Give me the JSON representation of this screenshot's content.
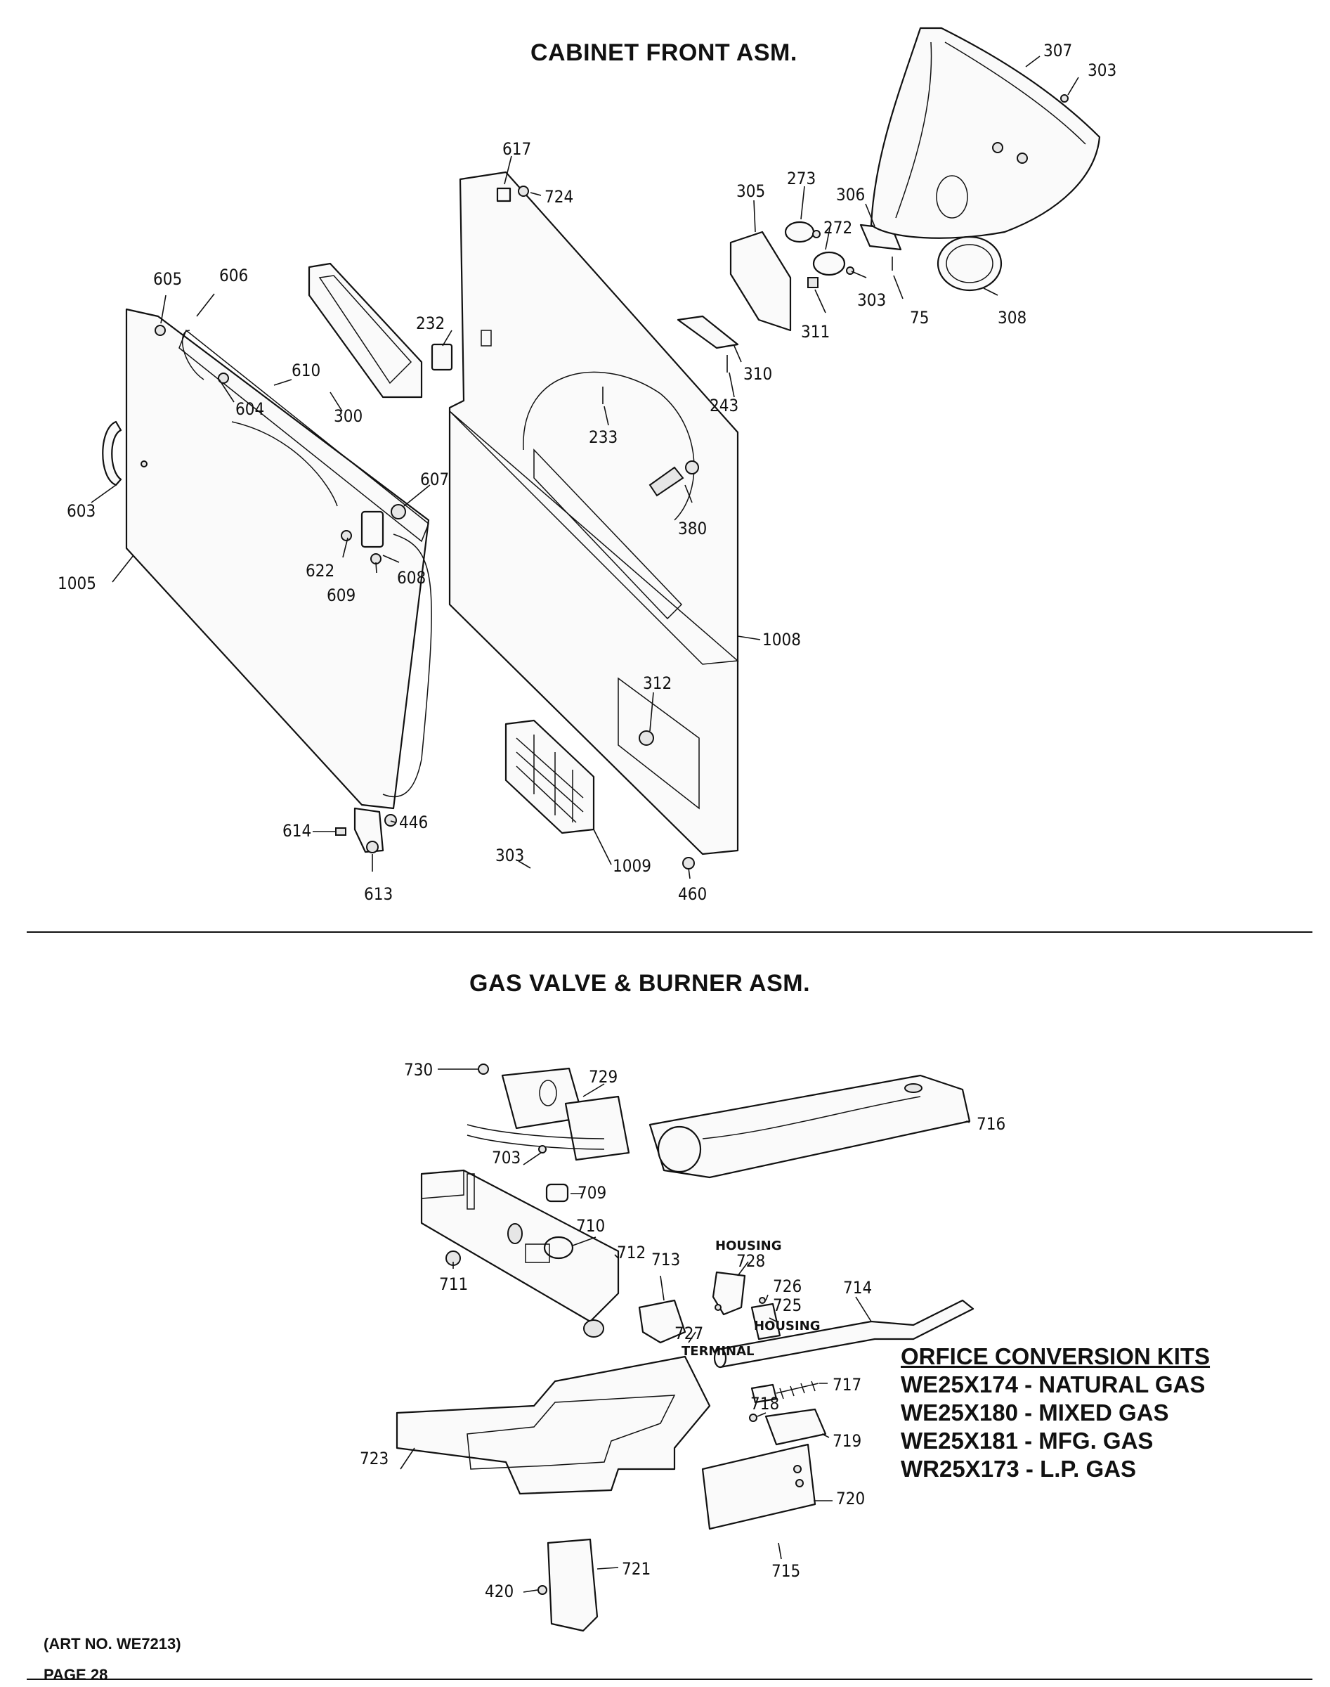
{
  "sections": {
    "top_title": "CABINET FRONT ASM.",
    "bottom_title": "GAS VALVE & BURNER ASM."
  },
  "kits": {
    "title": "ORFICE CONVERSION KITS",
    "items": [
      "WE25X174 - NATURAL GAS",
      "WE25X180 - MIXED GAS",
      "WE25X181 - MFG. GAS",
      "WR25X173 - L.P. GAS"
    ]
  },
  "footer": {
    "art_no": "(ART NO. WE7213)",
    "page": "PAGE 28"
  },
  "callouts_top": [
    "307",
    "303",
    "617",
    "724",
    "305",
    "273",
    "272",
    "306",
    "605",
    "606",
    "232",
    "303",
    "75",
    "308",
    "311",
    "310",
    "610",
    "604",
    "300",
    "243",
    "233",
    "603",
    "607",
    "380",
    "622",
    "608",
    "609",
    "1005",
    "1008",
    "312",
    "614",
    "446",
    "613",
    "303",
    "1009",
    "460"
  ],
  "callouts_bottom": [
    "730",
    "729",
    "716",
    "703",
    "709",
    "710",
    "712",
    "711",
    "713",
    "728",
    "726",
    "725",
    "714",
    "727",
    "717",
    "718",
    "719",
    "723",
    "720",
    "715",
    "420",
    "721"
  ],
  "small_labels": [
    "HOUSING",
    "HOUSING",
    "TERMINAL"
  ]
}
